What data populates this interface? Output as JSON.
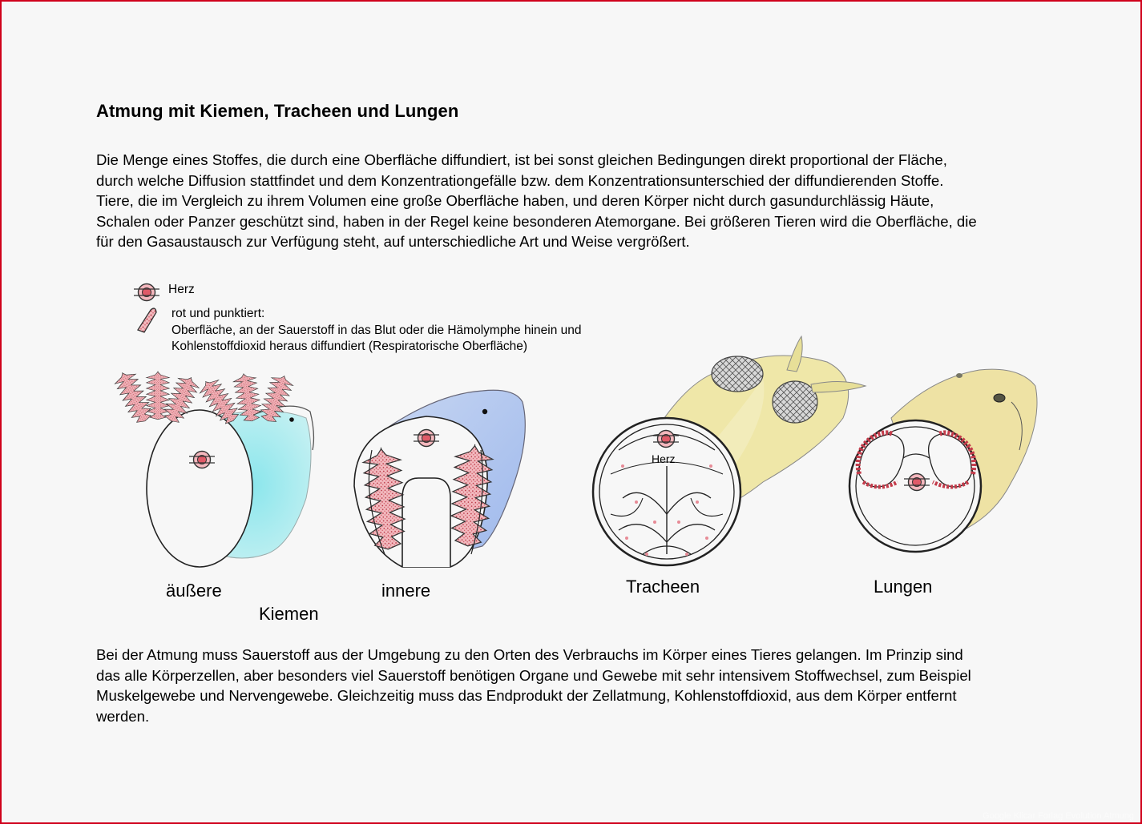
{
  "document": {
    "title": "Atmung mit Kiemen, Tracheen und Lungen",
    "intro_lines": [
      "Die Menge eines Stoffes, die durch eine Oberfläche diffundiert, ist bei sonst gleichen Bedingungen direkt proportional der Fläche,",
      "durch welche Diffusion stattfindet und dem Konzentrationgefälle bzw. dem Konzentrationsunterschied der diffundierenden Stoffe.",
      "Tiere, die im Vergleich zu ihrem Volumen eine große Oberfläche haben, und deren Körper nicht durch  gasundurchlässig Häute,",
      "Schalen oder Panzer geschützt sind, haben in der Regel keine besonderen Atemorgane. Bei größeren Tieren wird die Oberfläche, die",
      "für den Gasaustausch zur Verfügung steht, auf unterschiedliche Art und Weise vergrößert."
    ],
    "closing_lines": [
      "Bei der Atmung muss Sauerstoff aus der Umgebung zu den Orten des Verbrauchs im Körper eines Tieres gelangen. Im Prinzip sind",
      "das alle Körperzellen, aber besonders viel Sauerstoff benötigen Organe und Gewebe mit sehr intensivem Stoffwechsel, zum Beispiel",
      "Muskelgewebe und Nervengewebe. Gleichzeitig muss das Endprodukt der Zellatmung, Kohlenstoffdioxid, aus dem Körper entfernt",
      "werden."
    ]
  },
  "figure": {
    "legend": {
      "herz_label": "Herz",
      "rot_lines": [
        "rot und punktiert:",
        "Oberfläche, an der Sauerstoff in das Blut oder die Hämolymphe hinein und",
        "Kohlenstoffdioxid heraus diffundiert (Respiratorische Oberfläche)"
      ]
    },
    "labels": {
      "aussere": "äußere",
      "innere": "innere",
      "kiemen": "Kiemen",
      "tracheen": "Tracheen",
      "lungen": "Lungen",
      "herz_in_trachea": "Herz"
    }
  },
  "colors": {
    "border": "#d0021b",
    "gill_red": "#d9707a",
    "fish_blue_outer": "#8fe3ea",
    "fish_blue_inner": "#b8cdef",
    "insect_yellow": "#efe7a8",
    "lung_yellow": "#eee2a4"
  },
  "watermark": "Google Klicar Forlag Evolution Atmung"
}
